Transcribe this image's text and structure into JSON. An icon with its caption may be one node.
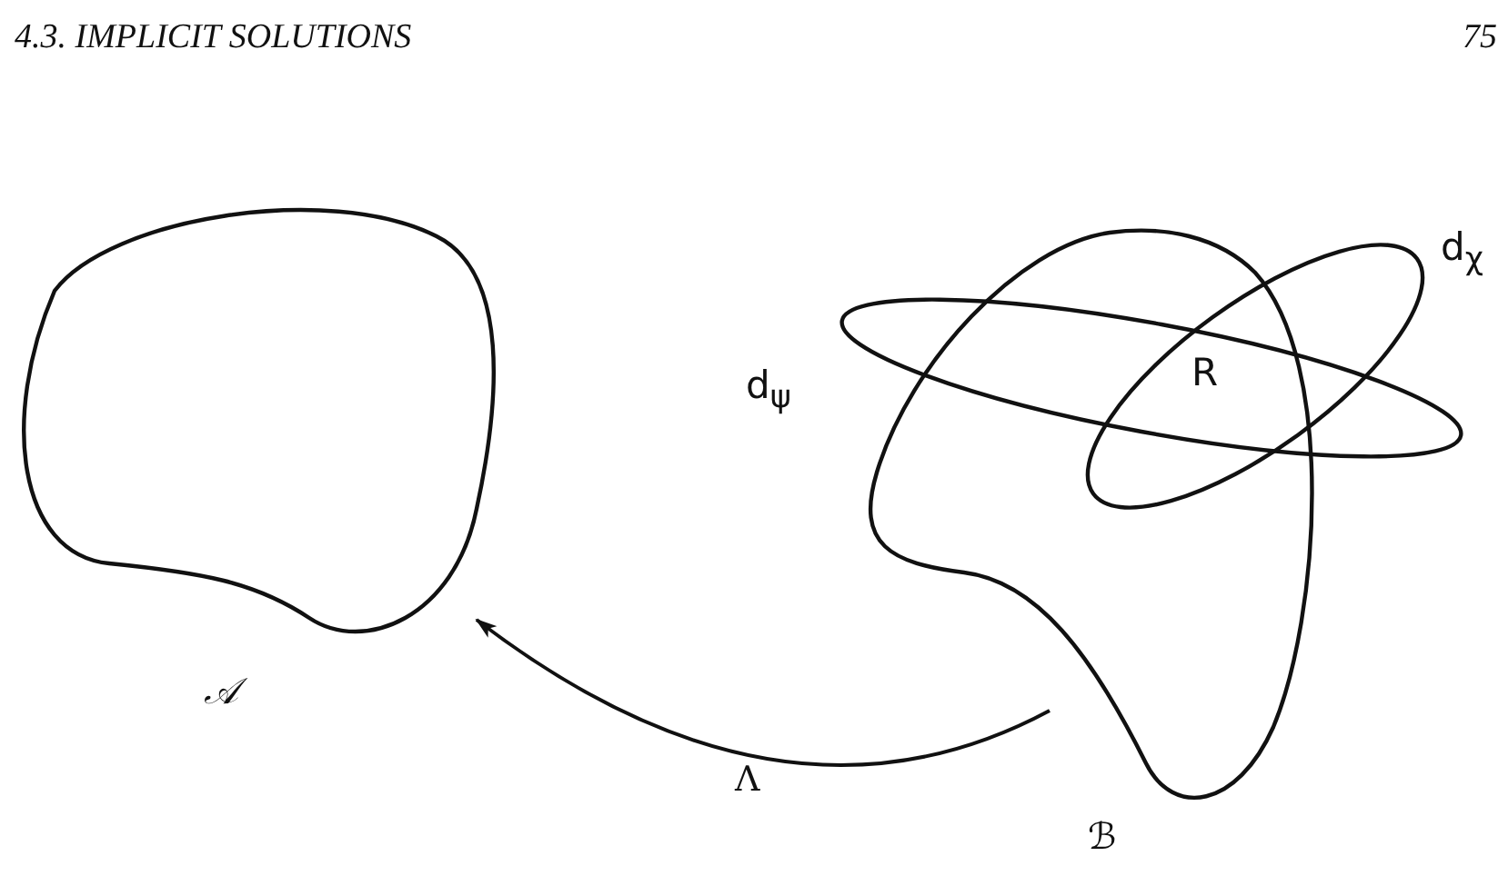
{
  "diagram": {
    "title": "4.3. IMPLICIT SOLUTIONS",
    "nodes": [
      {
        "text": [],
        "shape": "blob",
        "beside": [
          "𝒜"
        ]
      },
      {
        "text": [],
        "shape": "blob",
        "beside": [
          "ℬ"
        ]
      },
      {
        "text": [],
        "shape": "ellipse",
        "beside": [
          "d$_{ψ}$"
        ]
      },
      {
        "text": [],
        "shape": "ellipse",
        "beside": [
          "d$_{χ}$"
        ]
      }
    ],
    "edges": [
      {
        "from": 1,
        "to": 0,
        "arrow": "to",
        "label": "Λ"
      }
    ],
    "labels": [
      "75",
      "R"
    ]
  }
}
